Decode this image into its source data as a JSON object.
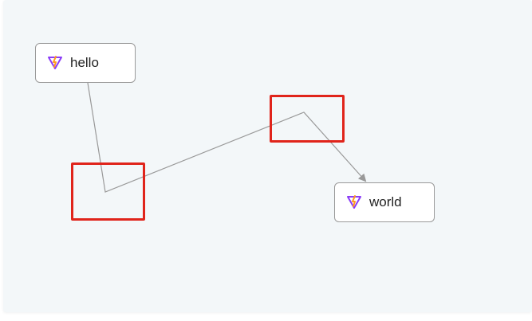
{
  "nodes": [
    {
      "id": "hello",
      "label": "hello",
      "icon": "vite-logo-icon"
    },
    {
      "id": "world",
      "label": "world",
      "icon": "vite-logo-icon"
    }
  ],
  "edges": [
    {
      "from": "hello",
      "to": "world",
      "type": "polyline-with-arrow",
      "bend_points": 2
    }
  ],
  "highlights": [
    {
      "target": "edge-bend-point-1",
      "color": "#e0241b"
    },
    {
      "target": "edge-bend-point-2",
      "color": "#e0241b"
    }
  ],
  "colors": {
    "canvas_background": "#f3f7f9",
    "node_border": "#9a9a9a",
    "edge": "#999999",
    "highlight": "#e0241b",
    "icon_violet": "#8b3cf7",
    "icon_orange": "#ff9a1f"
  }
}
